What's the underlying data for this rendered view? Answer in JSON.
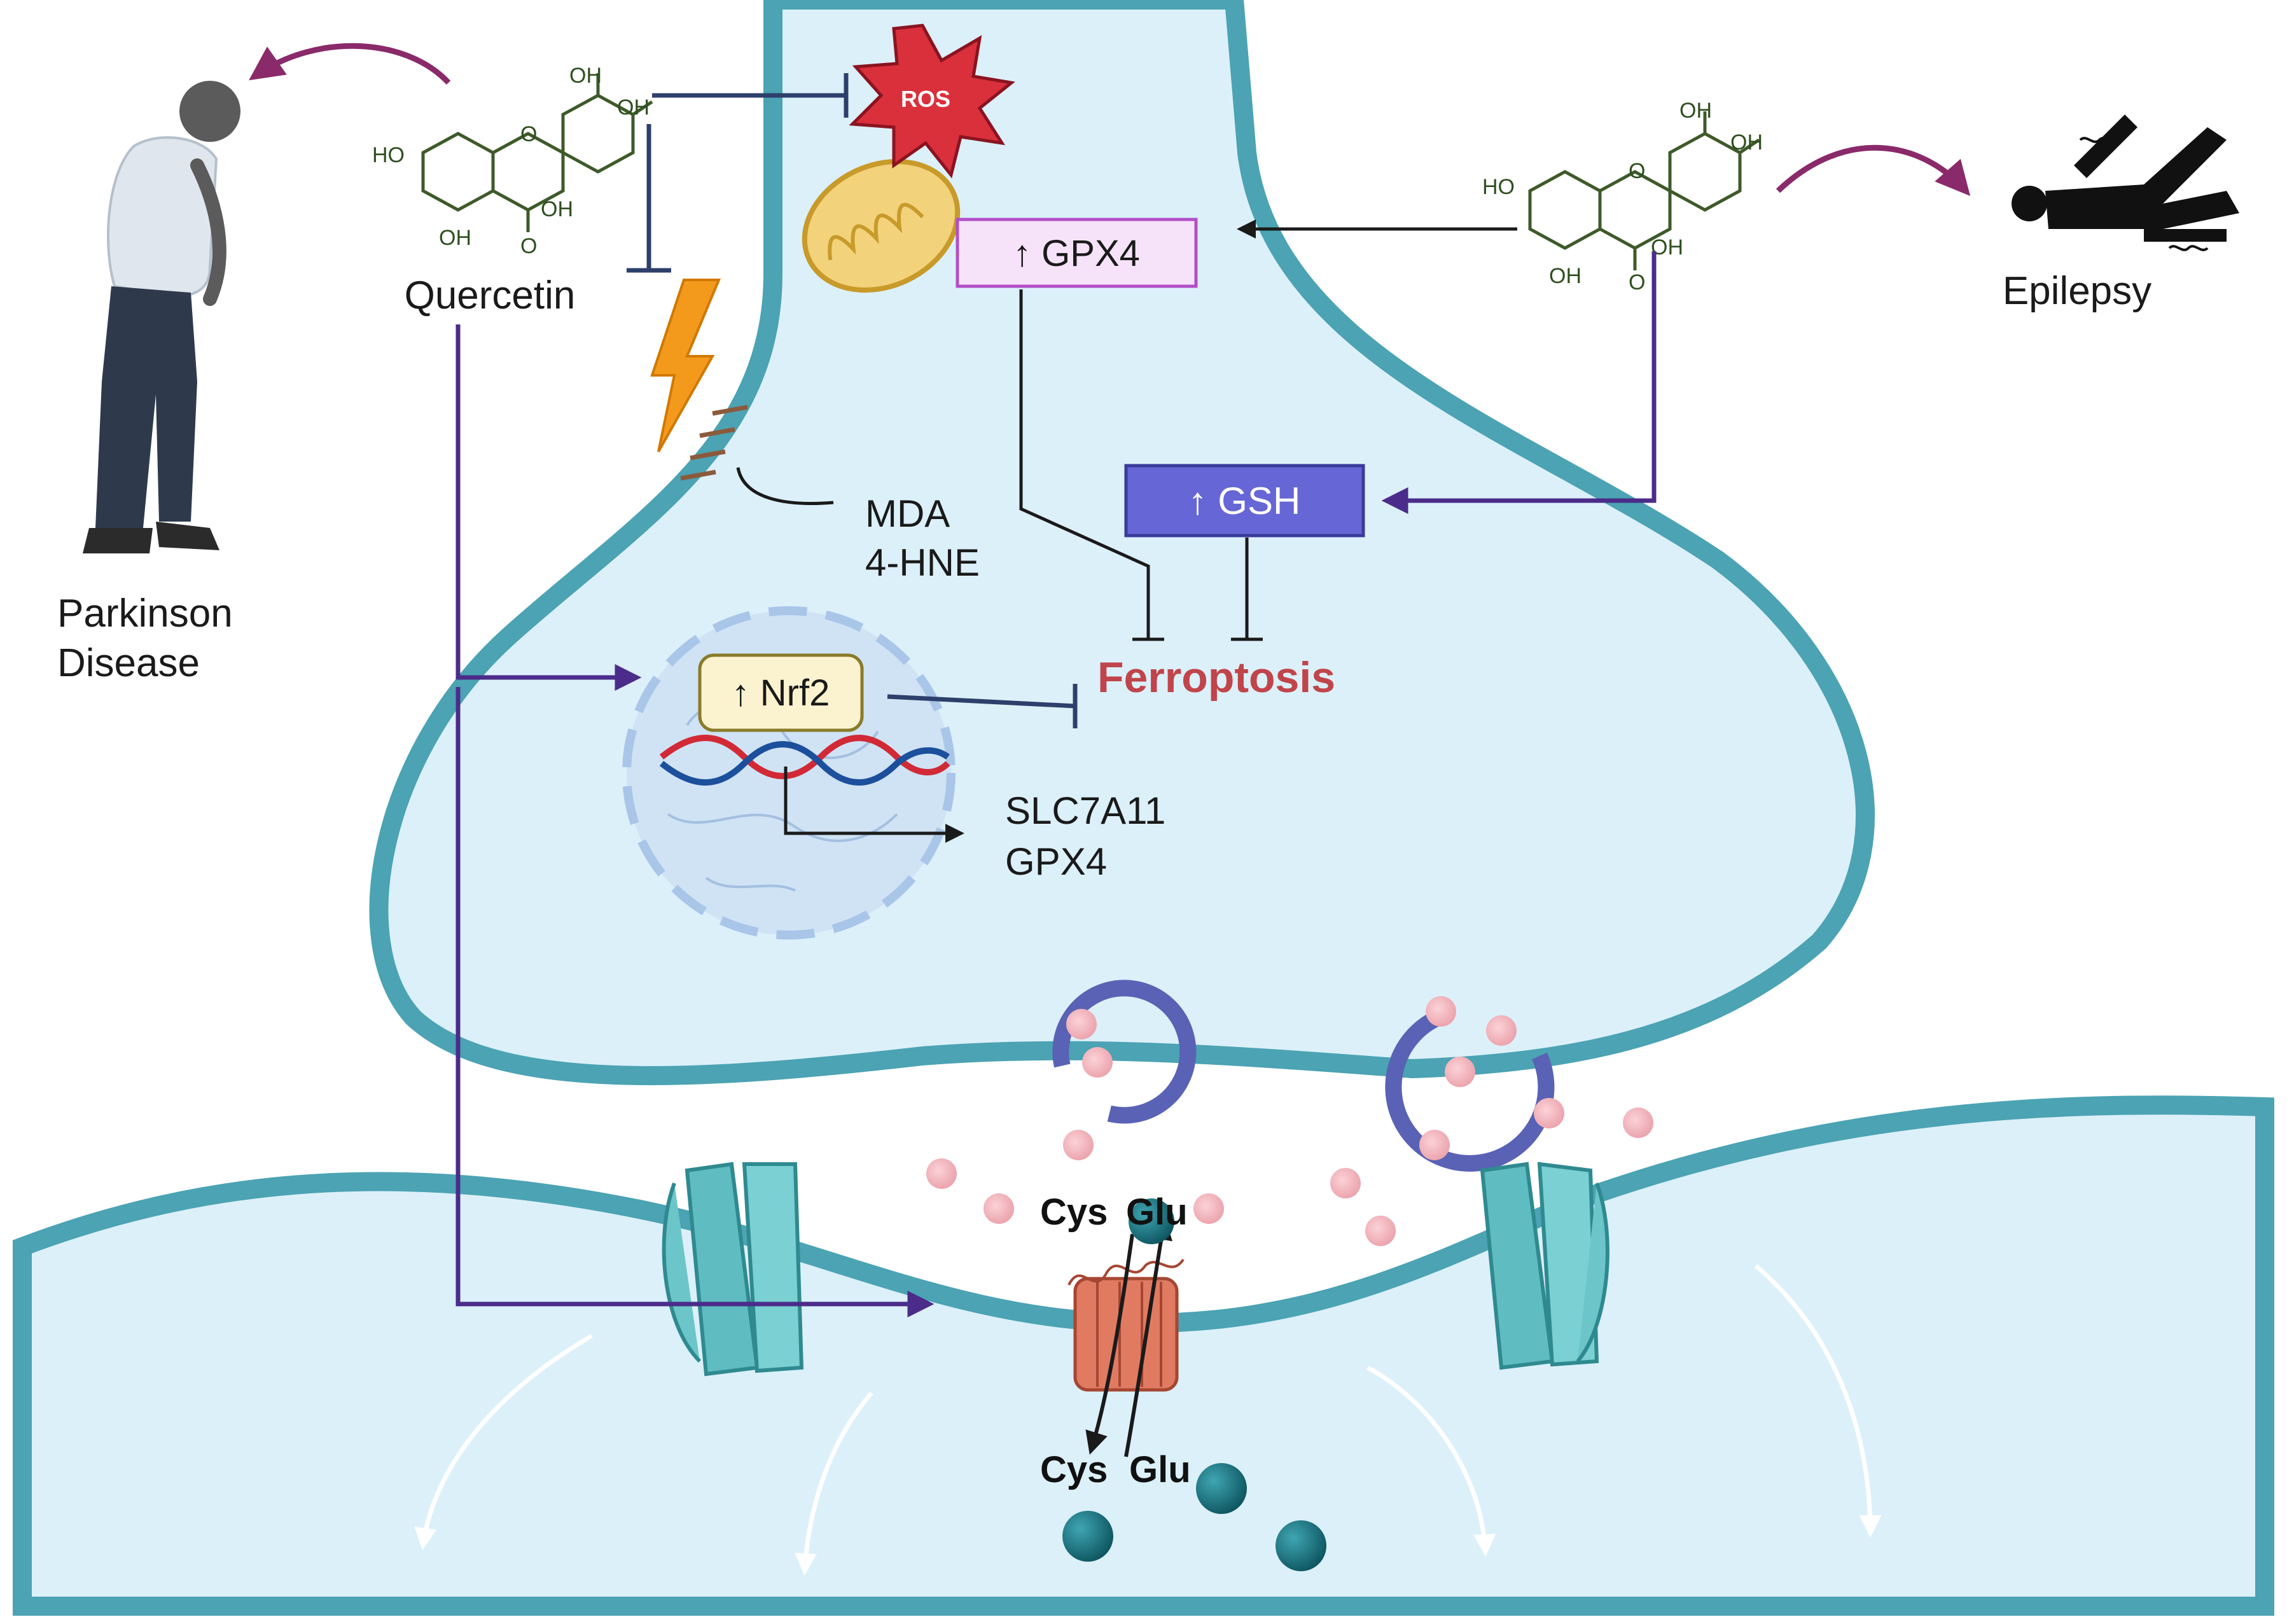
{
  "labels": {
    "quercetin": "Quercetin",
    "parkinson_line1": "Parkinson",
    "parkinson_line2": "Disease",
    "epilepsy": "Epilepsy",
    "ros": "ROS",
    "gpx4_box": "↑ GPX4",
    "gsh_box": "↑ GSH",
    "nrf2_box": "↑ Nrf2",
    "mda": "MDA",
    "hne": "4-HNE",
    "ferroptosis": "Ferroptosis",
    "slc7a11": "SLC7A11",
    "gpx4_gene": "GPX4",
    "cys_top": "Cys",
    "glu_top": "Glu",
    "cys_bottom": "Cys",
    "glu_bottom": "Glu"
  },
  "chem": {
    "ho": "HO",
    "oh": "OH",
    "o": "O"
  },
  "colors": {
    "membrane": "#4ba3b3",
    "cell_fill": "#dcf0fa",
    "inhibit_line": "#2d3f6b",
    "purple_arrow": "#4b2c8a",
    "magenta_arrow": "#8a2a6a",
    "ferroptosis_text": "#c0454a",
    "gsh_box": "#6666d6",
    "gpx4_box": "#f6e3fa",
    "nrf2_box": "#fbf3cf",
    "ros_fill": "#d9303c",
    "vesicle_ring": "#5962b4",
    "vesicle_dot": "#f2b5bd",
    "glu_ball": "#15707c",
    "channel": "#5fbcc0",
    "transporter": "#e07b62"
  }
}
